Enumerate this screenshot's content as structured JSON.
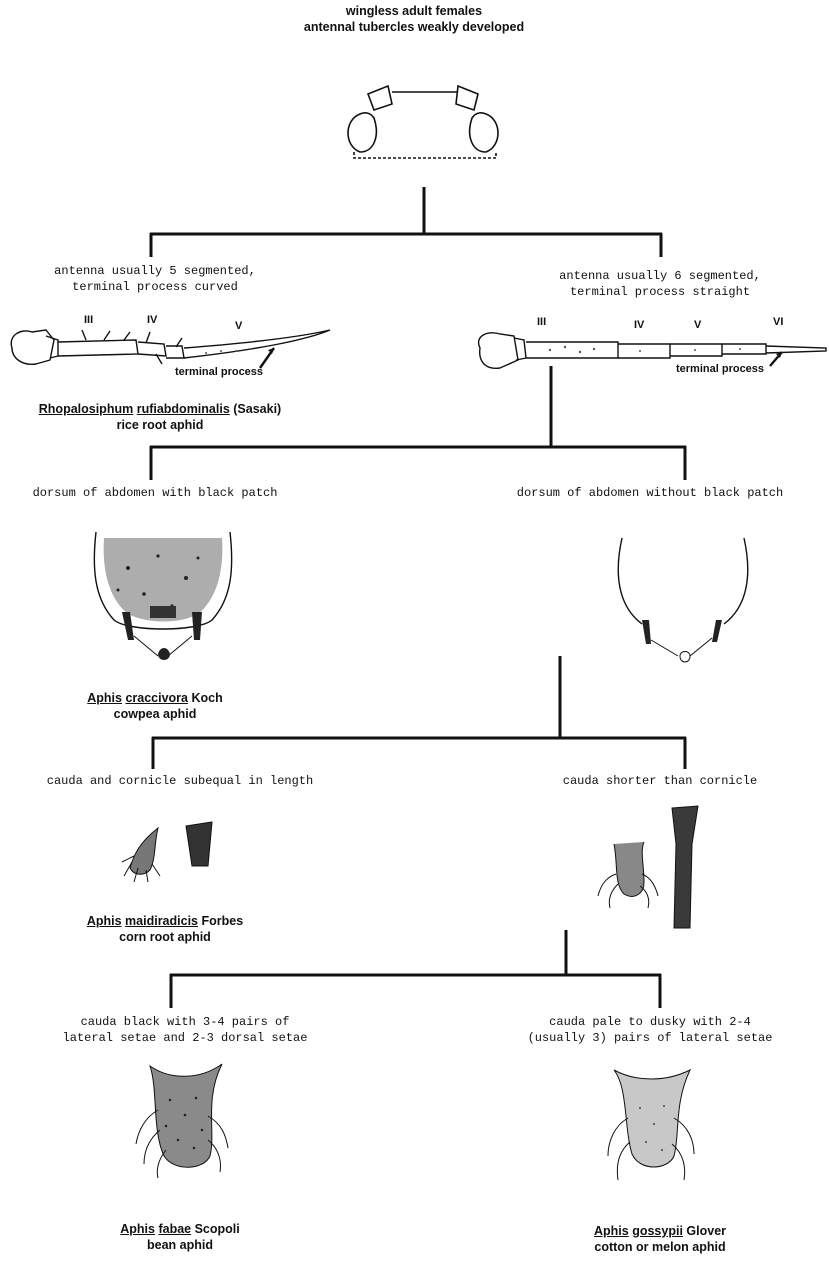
{
  "header": {
    "line1": "wingless adult females",
    "line2": "antennal tubercles weakly developed"
  },
  "branch1": {
    "left": {
      "line1": "antenna usually 5 segmented,",
      "line2": "terminal process curved",
      "segments": [
        "III",
        "IV",
        "V"
      ],
      "process_label": "terminal process",
      "species": {
        "genus": "Rhopalosiphum",
        "epithet": "rufiabdominalis",
        "author": "(Sasaki)",
        "common": "rice root aphid"
      }
    },
    "right": {
      "line1": "antenna usually 6 segmented,",
      "line2": "terminal process straight",
      "segments": [
        "III",
        "IV",
        "V",
        "VI"
      ],
      "process_label": "terminal process"
    }
  },
  "branch2": {
    "left": {
      "text": "dorsum of abdomen with black patch",
      "species": {
        "genus": "Aphis",
        "epithet": "craccivora",
        "author": "Koch",
        "common": "cowpea aphid"
      }
    },
    "right": {
      "text": "dorsum of abdomen without black patch"
    }
  },
  "branch3": {
    "left": {
      "text": "cauda and cornicle subequal in length",
      "species": {
        "genus": "Aphis",
        "epithet": "maidiradicis",
        "author": "Forbes",
        "common": "corn root aphid"
      }
    },
    "right": {
      "text": "cauda shorter than cornicle"
    }
  },
  "branch4": {
    "left": {
      "line1": "cauda black with 3-4 pairs of",
      "line2": "lateral setae and 2-3 dorsal setae",
      "species": {
        "genus": "Aphis",
        "epithet": "fabae",
        "author": "Scopoli",
        "common": "bean aphid"
      }
    },
    "right": {
      "line1": "cauda pale to dusky with 2-4",
      "line2": "(usually 3) pairs of lateral setae",
      "species": {
        "genus": "Aphis",
        "epithet": "gossypii",
        "author": "Glover",
        "common": "cotton or melon aphid"
      }
    }
  }
}
